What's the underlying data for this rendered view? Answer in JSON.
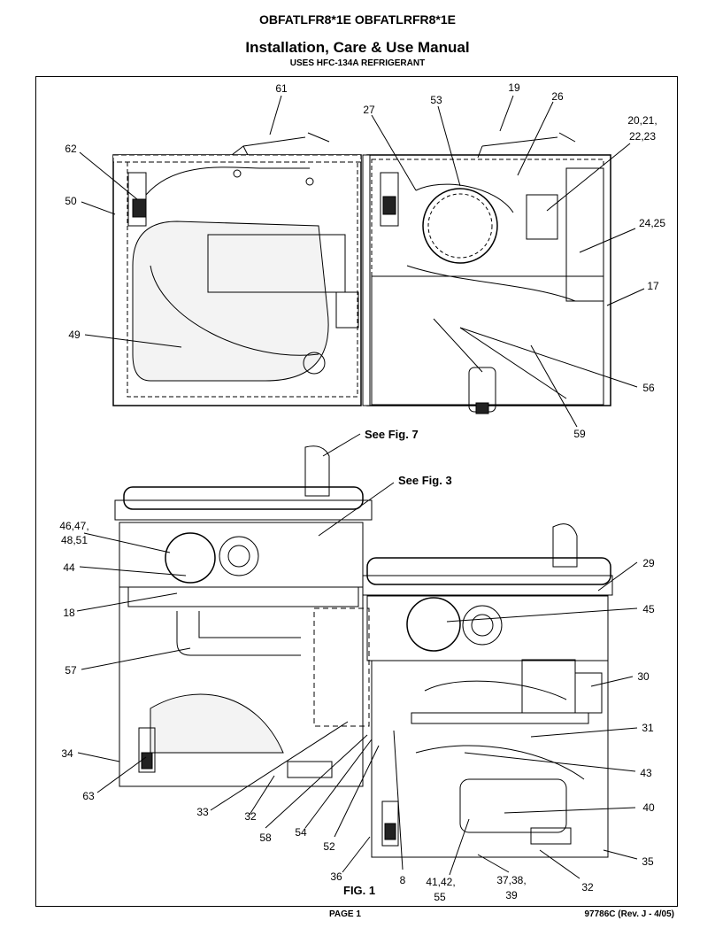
{
  "header": {
    "model": "OBFATLFR8*1E   OBFATLRFR8*1E",
    "title": "Installation, Care & Use Manual",
    "subtitle": "USES HFC-134A REFRIGERANT"
  },
  "diagram": {
    "callouts_top": [
      "61",
      "19",
      "27",
      "53",
      "26",
      "20,21,",
      "22,23",
      "62",
      "50",
      "24,25",
      "17",
      "49",
      "56",
      "59"
    ],
    "callouts_bottom": [
      "46,47,",
      "48,51",
      "44",
      "18",
      "57",
      "34",
      "63",
      "33",
      "32",
      "58",
      "54",
      "52",
      "36",
      "8",
      "41,42,",
      "55",
      "37,38,",
      "39",
      "32",
      "35",
      "40",
      "43",
      "31",
      "30",
      "45",
      "29"
    ],
    "refs": {
      "fig7": "See Fig. 7",
      "fig3": "See Fig. 3",
      "fig1": "FIG. 1"
    }
  },
  "footer": {
    "page": "PAGE 1",
    "docnum": "97786C (Rev. J - 4/05)"
  }
}
